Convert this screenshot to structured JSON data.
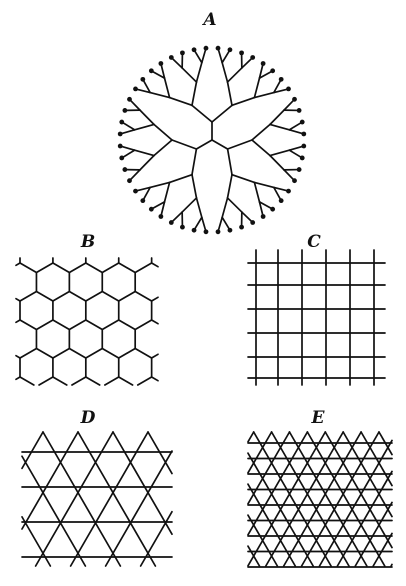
{
  "panels": [
    {
      "key": "A",
      "label": "A",
      "kind": "tree"
    },
    {
      "key": "B",
      "label": "B",
      "kind": "honeycomb"
    },
    {
      "key": "C",
      "label": "C",
      "kind": "square"
    },
    {
      "key": "D",
      "label": "D",
      "kind": "kagome"
    },
    {
      "key": "E",
      "label": "E",
      "kind": "triangular"
    }
  ],
  "colors": {
    "ink": "#111111",
    "background": "#ffffff"
  }
}
